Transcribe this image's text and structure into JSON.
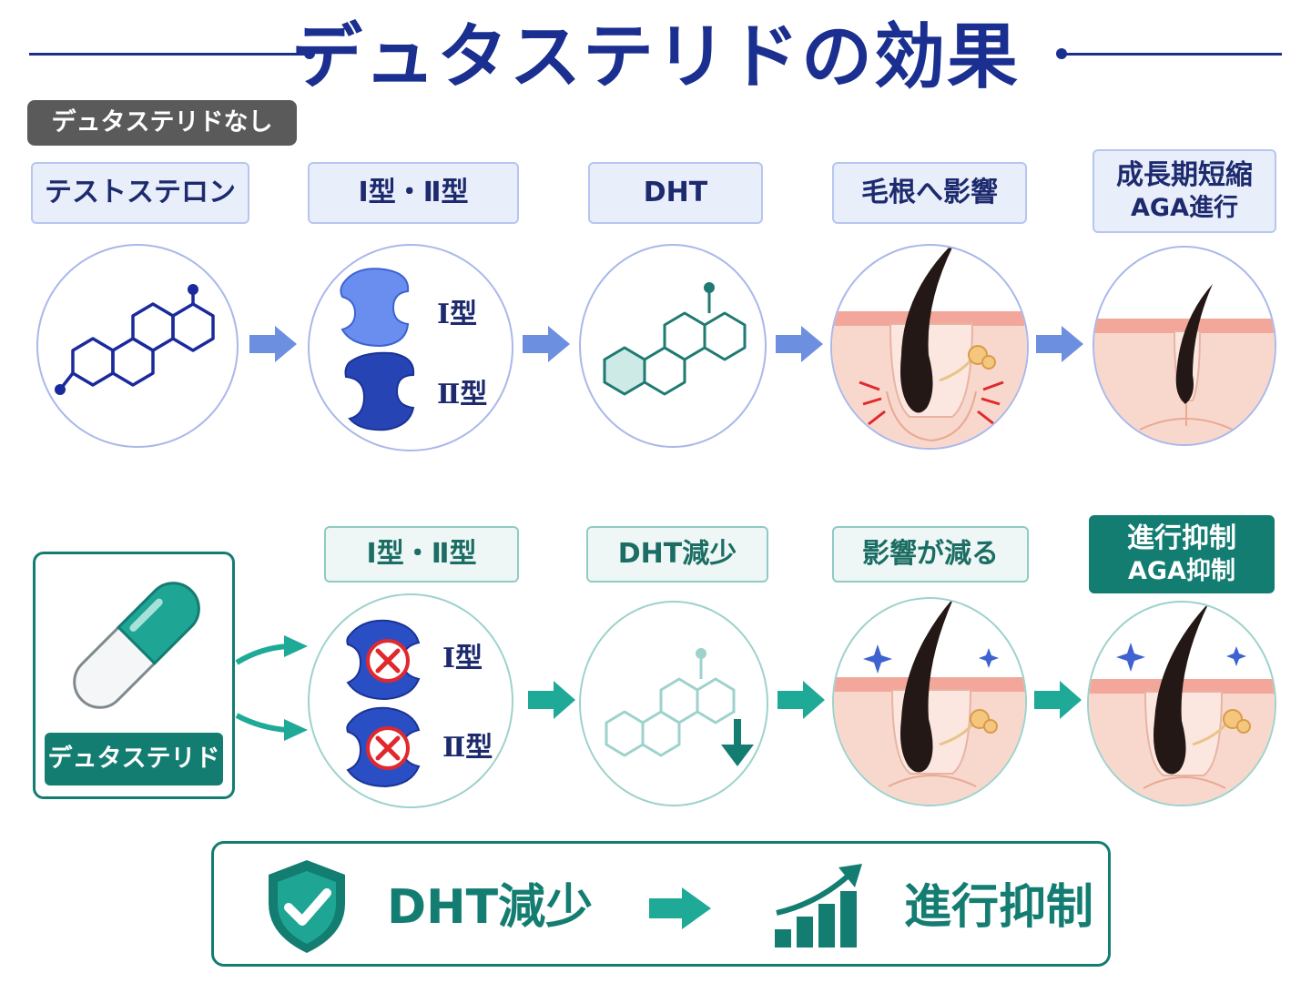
{
  "title": "デュタステリドの効果",
  "colors": {
    "navy": "#1a2f8f",
    "blue_accent": "#6d8fe0",
    "teal": "#137d72",
    "teal_light": "#1eaa97",
    "skin": "#f8d8cc",
    "red_cross": "#e0282e"
  },
  "without": {
    "badge": "デュタステリドなし",
    "steps": [
      {
        "label": "テストステロン",
        "icon": "testosterone-molecule"
      },
      {
        "label": "Ⅰ型・Ⅱ型",
        "icon": "enzyme-pieces"
      },
      {
        "label": "DHT",
        "icon": "dht-molecule"
      },
      {
        "label": "毛根へ影響",
        "icon": "hair-root-damaged"
      },
      {
        "label_line1": "成長期短縮",
        "label_line2": "AGA進行",
        "icon": "hair-thinning"
      }
    ],
    "enzyme_type1": "Ⅰ型",
    "enzyme_type2": "Ⅱ型"
  },
  "with": {
    "pill_label": "デュタステリド",
    "steps": [
      {
        "label": "Ⅰ型・Ⅱ型",
        "icon": "enzyme-blocked"
      },
      {
        "label": "DHT減少",
        "icon": "dht-decrease"
      },
      {
        "label": "影響が減る",
        "icon": "hair-root-healthy"
      },
      {
        "label_line1": "進行抑制",
        "label_line2": "AGA抑制",
        "icon": "hair-healthy"
      }
    ],
    "enzyme_type1": "Ⅰ型",
    "enzyme_type2": "Ⅱ型"
  },
  "summary": {
    "left": "DHT減少",
    "right": "進行抑制"
  }
}
